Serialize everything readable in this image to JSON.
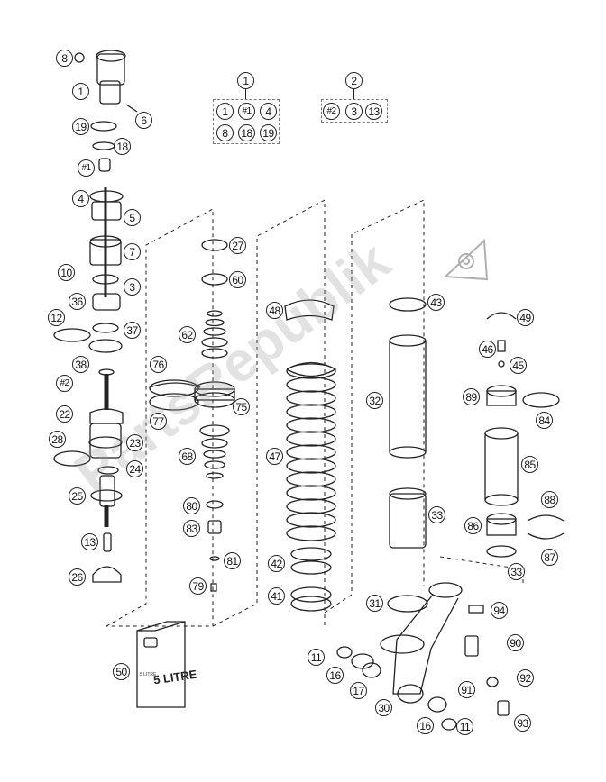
{
  "watermark": "PartsRepublik",
  "legend": {
    "group1": {
      "title": "1",
      "items": [
        "1",
        "#1",
        "4",
        "8",
        "18",
        "19"
      ]
    },
    "group2": {
      "title": "2",
      "items": [
        "#2",
        "3",
        "13"
      ]
    }
  },
  "canister": {
    "label": "5 LITRE",
    "small_label": "5 LITRE"
  },
  "callouts": [
    "8",
    "1",
    "6",
    "19",
    "18",
    "#1",
    "4",
    "5",
    "7",
    "10",
    "3",
    "36",
    "12",
    "37",
    "38",
    "#2",
    "22",
    "28",
    "23",
    "24",
    "25",
    "13",
    "26",
    "27",
    "60",
    "62",
    "76",
    "75",
    "77",
    "68",
    "80",
    "83",
    "81",
    "79",
    "50",
    "48",
    "47",
    "42",
    "41",
    "43",
    "32",
    "33",
    "31",
    "49",
    "46",
    "45",
    "89",
    "84",
    "85",
    "86",
    "88",
    "87",
    "94",
    "90",
    "11",
    "16",
    "17",
    "30",
    "91",
    "92",
    "93"
  ],
  "colors": {
    "line": "#222222",
    "watermark": "#9a9a9a"
  }
}
